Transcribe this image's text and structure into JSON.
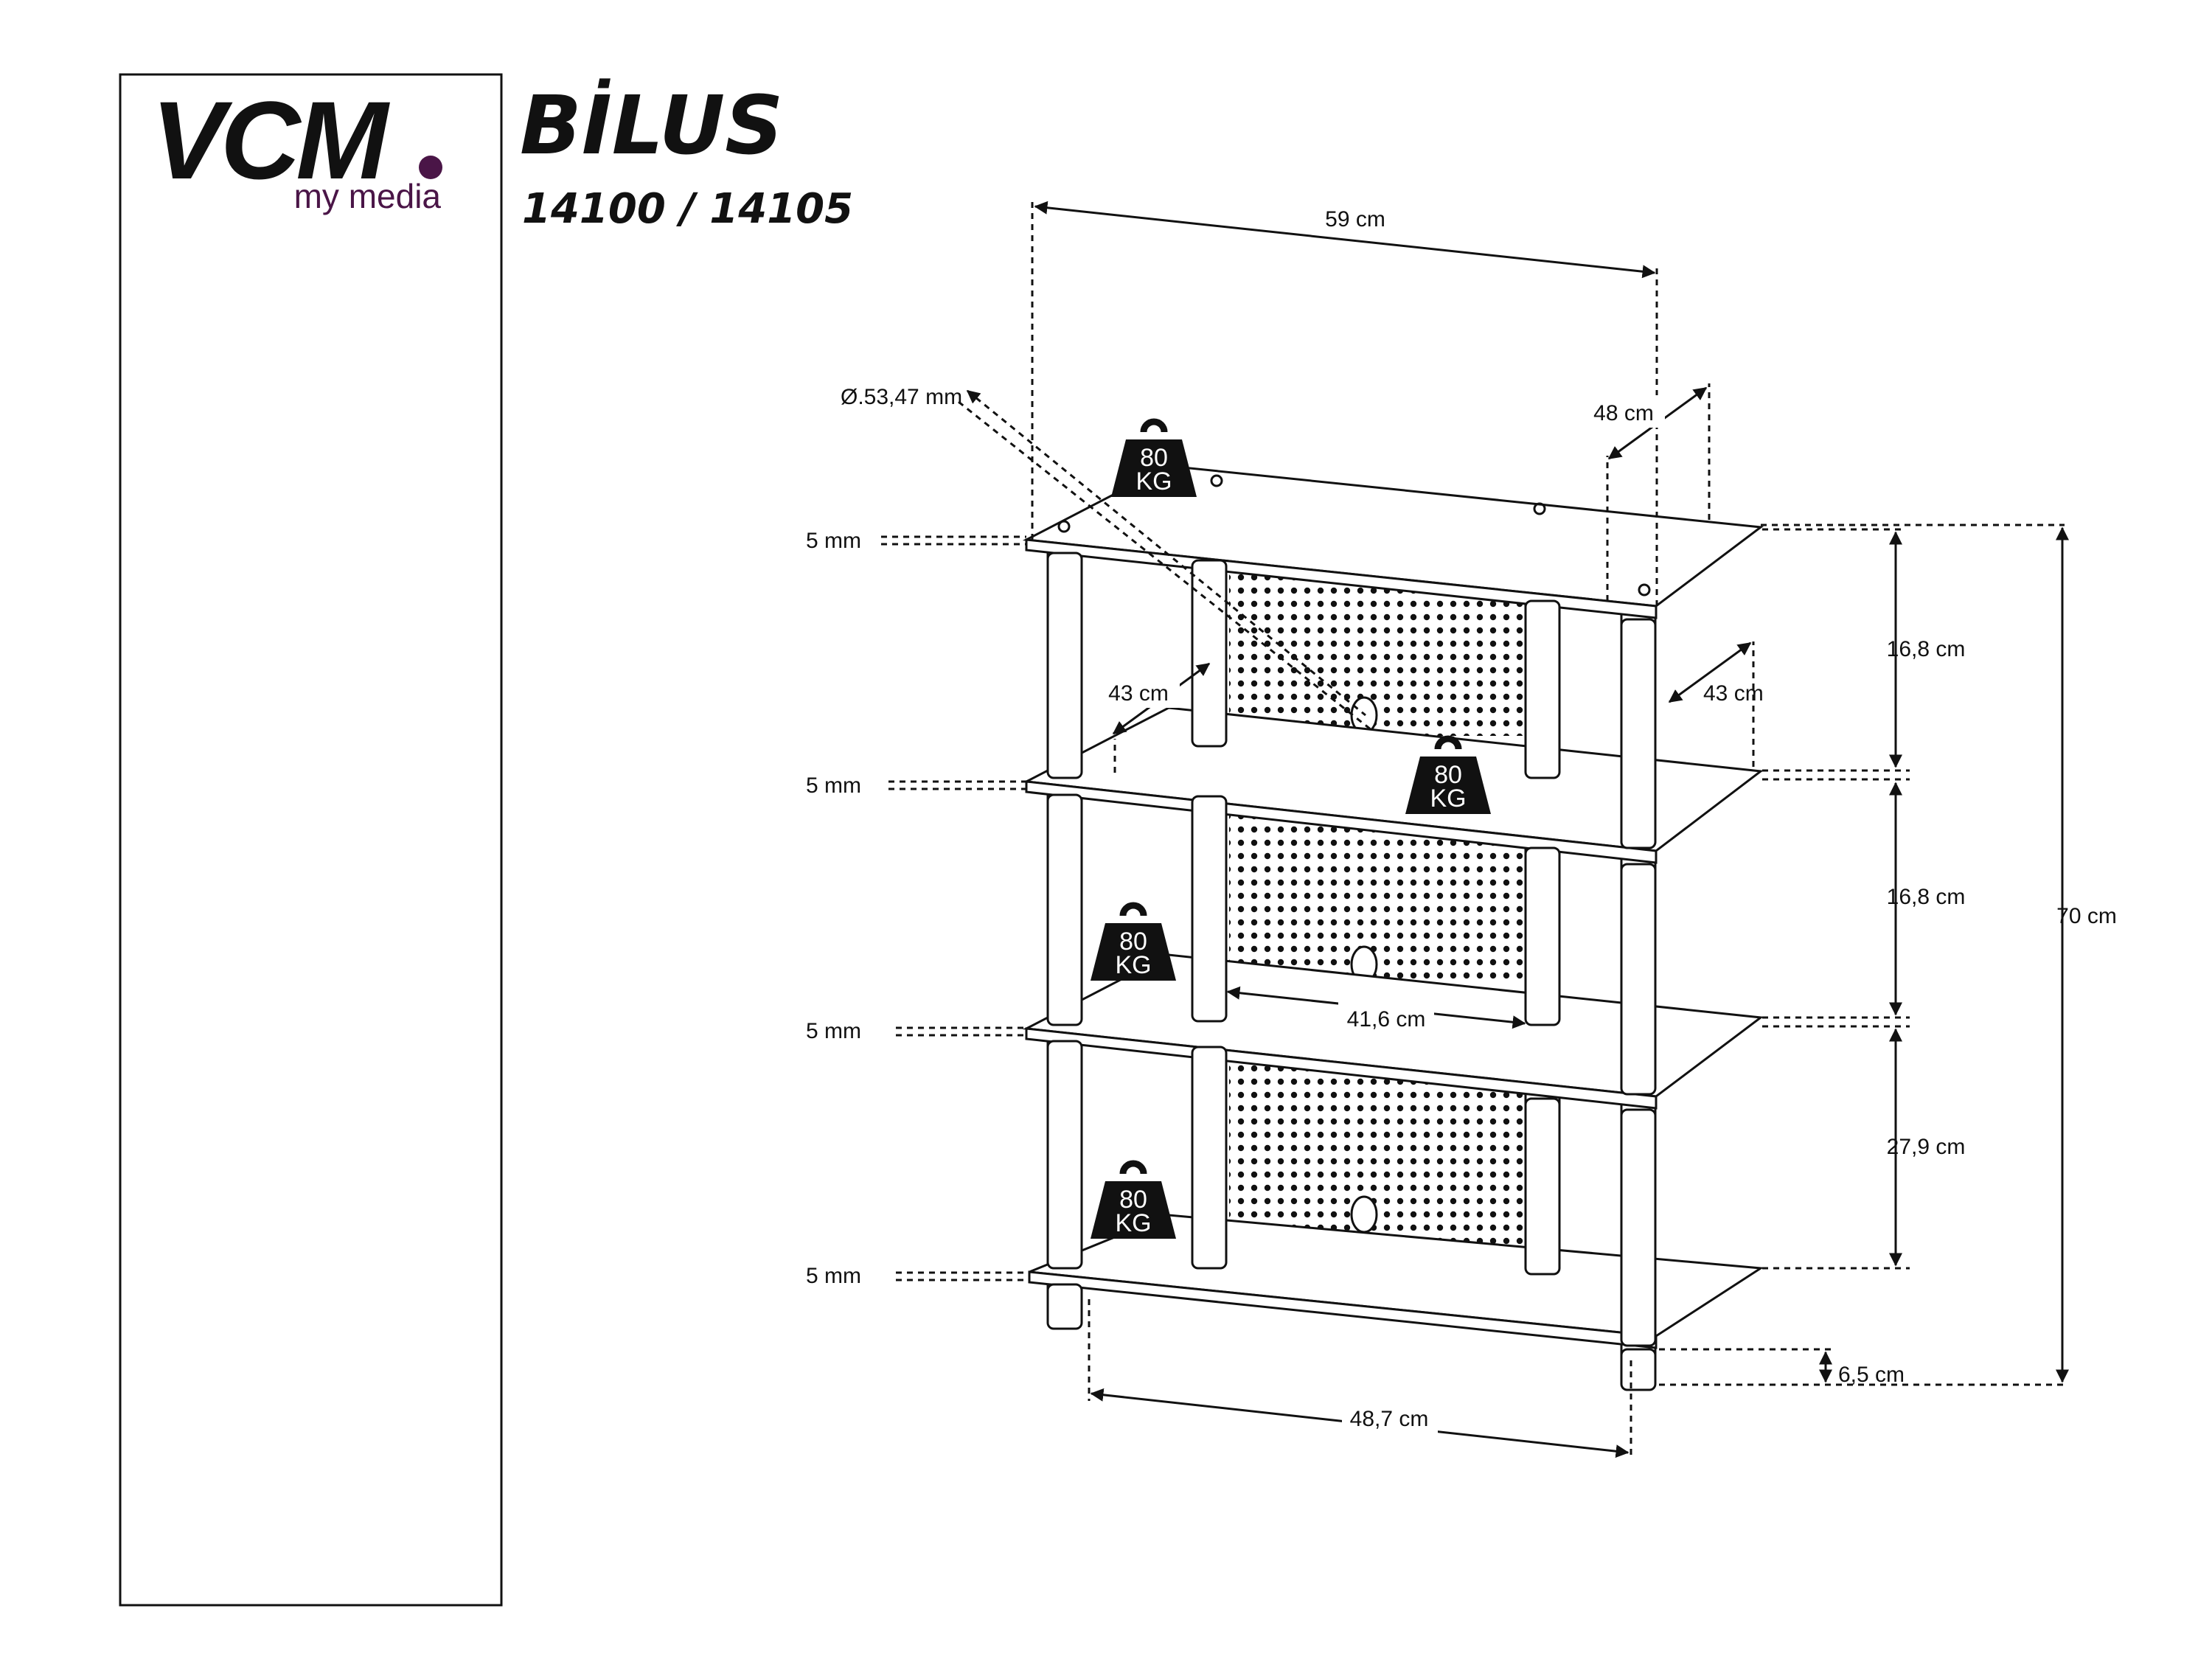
{
  "brand": {
    "logo_text": "VCM",
    "tagline": "my media",
    "accent_color": "#4a1547"
  },
  "product": {
    "name": "BİLUS",
    "codes": "14100 / 14105"
  },
  "dimensions": {
    "width_top": "59 cm",
    "depth_top": "48 cm",
    "leg_diameter": "Ø.53,47 mm",
    "depth_side_left": "43 cm",
    "depth_side_right": "43 cm",
    "panel_width": "41,6 cm",
    "base_width": "48,7 cm",
    "shelf_gap_1": "16,8 cm",
    "shelf_gap_2": "16,8 cm",
    "shelf_gap_3": "27,9 cm",
    "foot_height": "6,5 cm",
    "total_height": "70 cm",
    "shelf_thickness": [
      "5 mm",
      "5 mm",
      "5 mm",
      "5 mm"
    ]
  },
  "load_badges": [
    {
      "value": "80",
      "unit": "KG"
    },
    {
      "value": "80",
      "unit": "KG"
    },
    {
      "value": "80",
      "unit": "KG"
    },
    {
      "value": "80",
      "unit": "KG"
    }
  ]
}
